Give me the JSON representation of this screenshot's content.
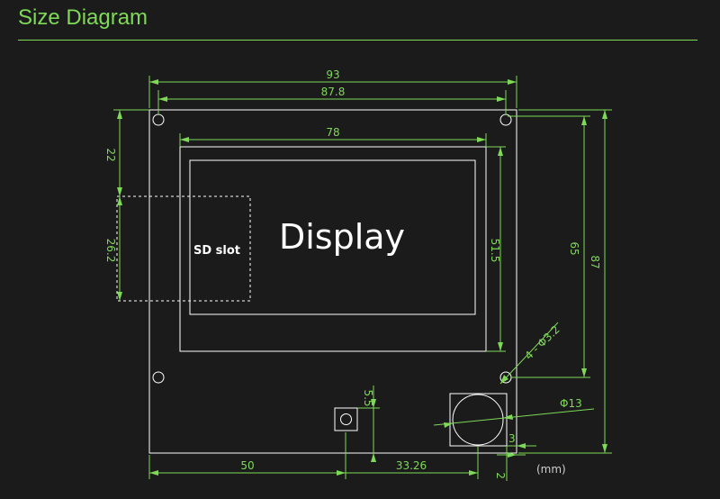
{
  "header": {
    "title": "Size Diagram"
  },
  "diagram": {
    "display_label": "Display",
    "sd_slot_label": "SD slot",
    "units": "(mm)",
    "dims": {
      "width_total": "93",
      "width_holes": "87.8",
      "display_width": "78",
      "height_total": "87",
      "height_holes": "65",
      "display_height": "51.5",
      "sd_top": "22",
      "sd_height": "26.2",
      "hole_spec": "4 - Φ3.2",
      "knob_dia": "Φ13",
      "knob_offset": "3",
      "button_x": "50",
      "knob_x": "33.26",
      "button_y": "5.5",
      "edge_gap": "2"
    }
  }
}
